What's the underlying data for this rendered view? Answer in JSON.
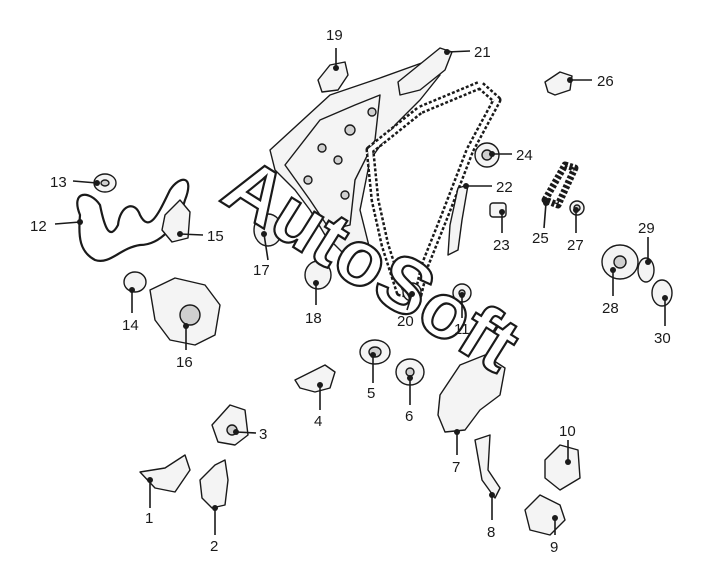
{
  "watermark": "AutoSoft",
  "callouts": [
    {
      "id": "1",
      "label": "1"
    },
    {
      "id": "2",
      "label": "2"
    },
    {
      "id": "3",
      "label": "3"
    },
    {
      "id": "4",
      "label": "4"
    },
    {
      "id": "5",
      "label": "5"
    },
    {
      "id": "6",
      "label": "6"
    },
    {
      "id": "7",
      "label": "7"
    },
    {
      "id": "8",
      "label": "8"
    },
    {
      "id": "9",
      "label": "9"
    },
    {
      "id": "10",
      "label": "10"
    },
    {
      "id": "11",
      "label": "11"
    },
    {
      "id": "12",
      "label": "12"
    },
    {
      "id": "13",
      "label": "13"
    },
    {
      "id": "14",
      "label": "14"
    },
    {
      "id": "15",
      "label": "15"
    },
    {
      "id": "16",
      "label": "16"
    },
    {
      "id": "17",
      "label": "17"
    },
    {
      "id": "18",
      "label": "18"
    },
    {
      "id": "19",
      "label": "19"
    },
    {
      "id": "20",
      "label": "20"
    },
    {
      "id": "21",
      "label": "21"
    },
    {
      "id": "22",
      "label": "22"
    },
    {
      "id": "23",
      "label": "23"
    },
    {
      "id": "24",
      "label": "24"
    },
    {
      "id": "25",
      "label": "25"
    },
    {
      "id": "26",
      "label": "26"
    },
    {
      "id": "27",
      "label": "27"
    },
    {
      "id": "28",
      "label": "28"
    },
    {
      "id": "29",
      "label": "29"
    },
    {
      "id": "30",
      "label": "30"
    }
  ]
}
